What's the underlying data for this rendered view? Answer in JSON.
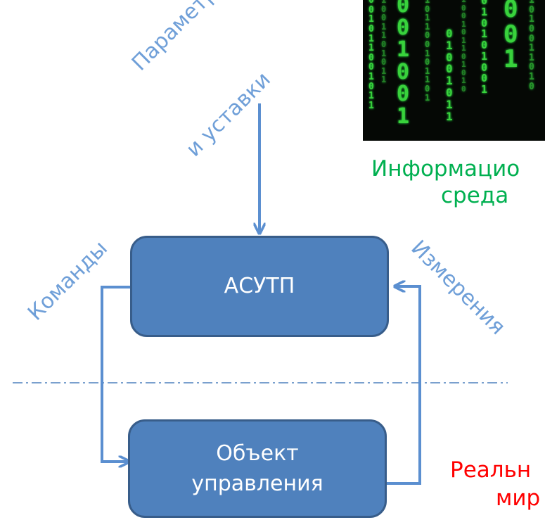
{
  "nodes": {
    "asutp": "АСУТП",
    "object_line1": "Объект",
    "object_line2": "управления"
  },
  "labels": {
    "params_line1": "Параметры",
    "params_line2": "и уставки",
    "commands": "Команды",
    "measurements": "Измерения"
  },
  "environments": {
    "info_line1": "Информацио",
    "info_line2": "среда",
    "real_line1": "Реальн",
    "real_line2": "мир"
  },
  "colors": {
    "box_fill": "#4f81bd",
    "box_border": "#385d8a",
    "arrow": "#5b8fd0",
    "label": "#6f9fd8",
    "info": "#00b050",
    "real": "#ff0000"
  },
  "image": {
    "icon": "binary-matrix-image"
  }
}
